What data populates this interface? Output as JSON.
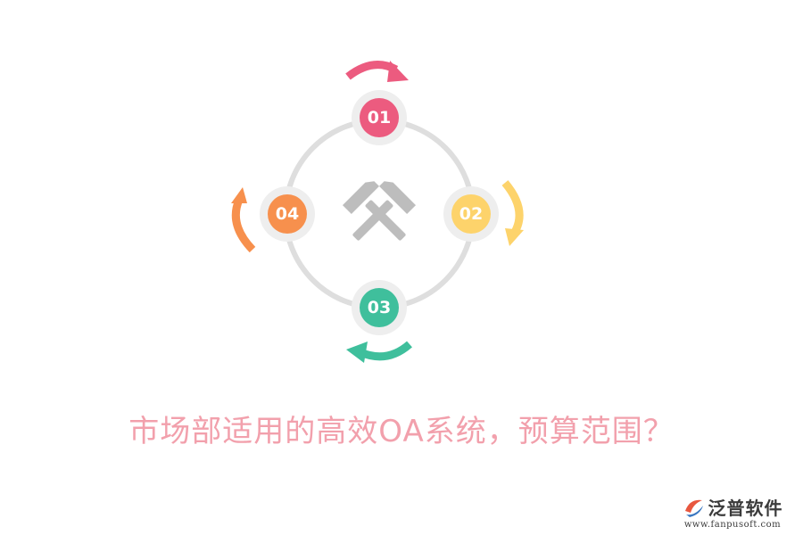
{
  "diagram": {
    "steps": [
      {
        "label": "01",
        "color": "#ec5b7f"
      },
      {
        "label": "02",
        "color": "#fdd36b"
      },
      {
        "label": "03",
        "color": "#3fbf9c"
      },
      {
        "label": "04",
        "color": "#f7904d"
      }
    ],
    "ring_color": "#dedede",
    "badge_halo_color": "#eeeeee",
    "center_icon": "crossed-hammers-icon",
    "center_icon_color": "#bdbdbd"
  },
  "headline": "市场部适用的高效OA系统，预算范围？",
  "headline_color": "#f2a0ac",
  "brand": {
    "name": "泛普软件",
    "url": "www.fanpusoft.com",
    "logo_icon": "fanpu-logo-icon",
    "logo_colors": [
      "#e8573f",
      "#3a77c1"
    ]
  }
}
